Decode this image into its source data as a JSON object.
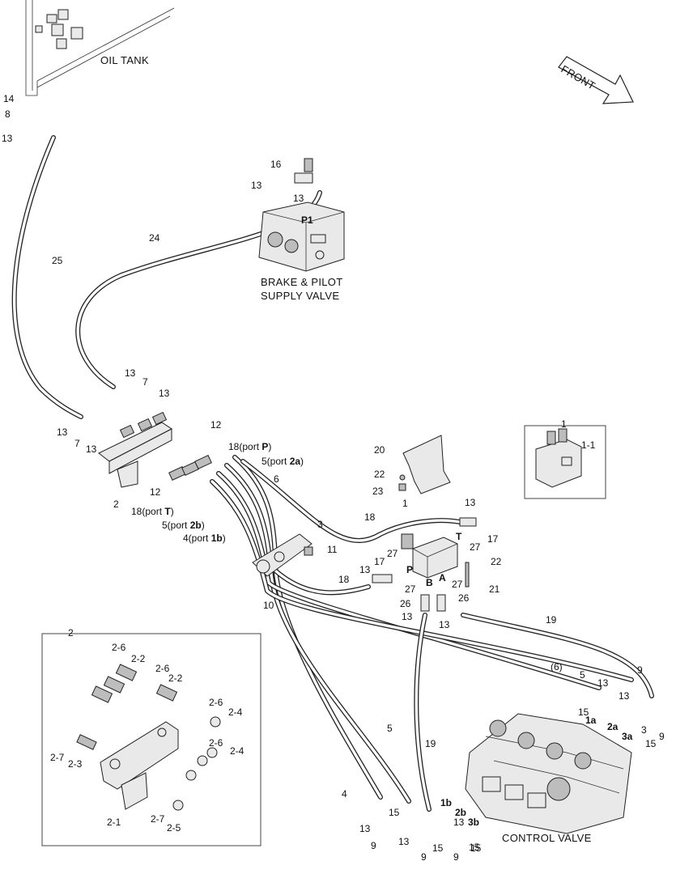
{
  "titles": {
    "oil_tank": "OIL TANK",
    "front": "FRONT",
    "brake_valve_line1": "BRAKE & PILOT",
    "brake_valve_line2": "SUPPLY VALVE",
    "control_valve": "CONTROL VALVE"
  },
  "port_labels": {
    "p1": "P1",
    "t": "T",
    "p": "P",
    "a": "A",
    "b": "B",
    "1a": "1a",
    "2a": "2a",
    "3a": "3a",
    "1b": "1b",
    "2b": "2b",
    "3b": "3b"
  },
  "port_callouts": {
    "p18_pre": "18(port ",
    "p18_bold": "P",
    "p18_post": ")",
    "p5a_pre": "5(port ",
    "p5a_bold": "2a",
    "p5a_post": ")",
    "p18t_pre": "18(port ",
    "p18t_bold": "T",
    "p18t_post": ")",
    "p5b_pre": "5(port ",
    "p5b_bold": "2b",
    "p5b_post": ")",
    "p4b_pre": "4(port ",
    "p4b_bold": "1b",
    "p4b_post": ")"
  },
  "insets": {
    "inset1_title": "1",
    "inset2_title": "2"
  },
  "labels": [
    "14",
    "8",
    "13",
    "25",
    "16",
    "13",
    "13",
    "24",
    "13",
    "7",
    "13",
    "13",
    "7",
    "13",
    "12",
    "2",
    "12",
    "6",
    "3",
    "11",
    "10",
    "20",
    "22",
    "23",
    "1",
    "18",
    "13",
    "17",
    "27",
    "13",
    "17",
    "27",
    "22",
    "27",
    "21",
    "27",
    "26",
    "13",
    "26",
    "13",
    "18",
    "19",
    "(6)",
    "5",
    "13",
    "9",
    "13",
    "15",
    "3",
    "9",
    "15",
    "5",
    "19",
    "4",
    "13",
    "15",
    "9",
    "13",
    "15",
    "9",
    "13",
    "15",
    "9",
    "15",
    "1-1",
    "2-6",
    "2-2",
    "2-6",
    "2-2",
    "2-6",
    "2-4",
    "2-6",
    "2-4",
    "2-7",
    "2-3",
    "2-1",
    "2-7",
    "2-5"
  ]
}
